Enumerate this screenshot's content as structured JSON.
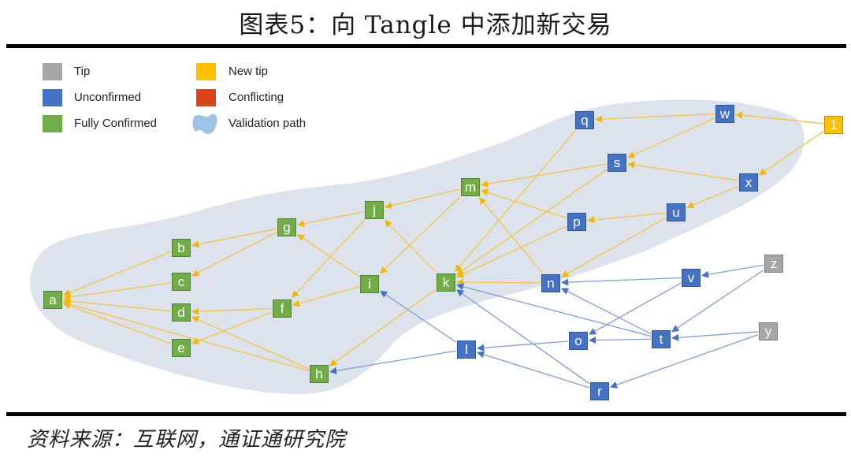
{
  "title": "图表5：向 Tangle 中添加新交易",
  "source": "资料来源：互联网，通证通研究院",
  "colors": {
    "tip": "#a6a6a6",
    "unconfirmed": "#4472c4",
    "fully_confirmed": "#70ad47",
    "new_tip": "#ffc000",
    "conflicting": "#d9441b",
    "validation_path": "#dde3ec",
    "confirm_edge": "#f5c342",
    "unconfirmed_edge": "#7e9fd6"
  },
  "legend": [
    {
      "key": "tip",
      "label": "Tip",
      "icon": "gray-square"
    },
    {
      "key": "unconfirmed",
      "label": "Unconfirmed",
      "icon": "blue-square"
    },
    {
      "key": "fully_confirmed",
      "label": "Fully Confirmed",
      "icon": "green-square"
    },
    {
      "key": "new_tip",
      "label": "New tip",
      "icon": "yellow-square"
    },
    {
      "key": "conflicting",
      "label": "Conflicting",
      "icon": "red-square"
    },
    {
      "key": "validation_path",
      "label": "Validation path",
      "icon": "blob-shape"
    }
  ],
  "nodes": [
    {
      "id": "a",
      "label": "a",
      "status": "fully_confirmed"
    },
    {
      "id": "b",
      "label": "b",
      "status": "fully_confirmed"
    },
    {
      "id": "c",
      "label": "c",
      "status": "fully_confirmed"
    },
    {
      "id": "d",
      "label": "d",
      "status": "fully_confirmed"
    },
    {
      "id": "e",
      "label": "e",
      "status": "fully_confirmed"
    },
    {
      "id": "f",
      "label": "f",
      "status": "fully_confirmed"
    },
    {
      "id": "g",
      "label": "g",
      "status": "fully_confirmed"
    },
    {
      "id": "h",
      "label": "h",
      "status": "fully_confirmed"
    },
    {
      "id": "i",
      "label": "i",
      "status": "fully_confirmed"
    },
    {
      "id": "j",
      "label": "j",
      "status": "fully_confirmed"
    },
    {
      "id": "k",
      "label": "k",
      "status": "fully_confirmed"
    },
    {
      "id": "m",
      "label": "m",
      "status": "fully_confirmed"
    },
    {
      "id": "l",
      "label": "l",
      "status": "unconfirmed"
    },
    {
      "id": "n",
      "label": "n",
      "status": "unconfirmed"
    },
    {
      "id": "o",
      "label": "o",
      "status": "unconfirmed"
    },
    {
      "id": "p",
      "label": "p",
      "status": "unconfirmed"
    },
    {
      "id": "q",
      "label": "q",
      "status": "unconfirmed"
    },
    {
      "id": "r",
      "label": "r",
      "status": "unconfirmed"
    },
    {
      "id": "s",
      "label": "s",
      "status": "unconfirmed"
    },
    {
      "id": "t",
      "label": "t",
      "status": "unconfirmed"
    },
    {
      "id": "u",
      "label": "u",
      "status": "unconfirmed"
    },
    {
      "id": "v",
      "label": "v",
      "status": "unconfirmed"
    },
    {
      "id": "w",
      "label": "w",
      "status": "unconfirmed"
    },
    {
      "id": "x",
      "label": "x",
      "status": "unconfirmed"
    },
    {
      "id": "y",
      "label": "y",
      "status": "tip"
    },
    {
      "id": "z",
      "label": "z",
      "status": "tip"
    },
    {
      "id": "1",
      "label": "1",
      "status": "new_tip"
    }
  ],
  "edges": [
    {
      "from": "b",
      "to": "a",
      "kind": "confirm"
    },
    {
      "from": "c",
      "to": "a",
      "kind": "confirm"
    },
    {
      "from": "d",
      "to": "a",
      "kind": "confirm"
    },
    {
      "from": "e",
      "to": "a",
      "kind": "confirm"
    },
    {
      "from": "h",
      "to": "a",
      "kind": "confirm"
    },
    {
      "from": "g",
      "to": "b",
      "kind": "confirm"
    },
    {
      "from": "g",
      "to": "c",
      "kind": "confirm"
    },
    {
      "from": "f",
      "to": "d",
      "kind": "confirm"
    },
    {
      "from": "f",
      "to": "e",
      "kind": "confirm"
    },
    {
      "from": "h",
      "to": "d",
      "kind": "confirm"
    },
    {
      "from": "j",
      "to": "g",
      "kind": "confirm"
    },
    {
      "from": "i",
      "to": "g",
      "kind": "confirm"
    },
    {
      "from": "j",
      "to": "f",
      "kind": "confirm"
    },
    {
      "from": "i",
      "to": "f",
      "kind": "confirm"
    },
    {
      "from": "k",
      "to": "h",
      "kind": "confirm"
    },
    {
      "from": "m",
      "to": "j",
      "kind": "confirm"
    },
    {
      "from": "k",
      "to": "j",
      "kind": "confirm"
    },
    {
      "from": "m",
      "to": "i",
      "kind": "confirm"
    },
    {
      "from": "n",
      "to": "k",
      "kind": "confirm"
    },
    {
      "from": "p",
      "to": "k",
      "kind": "confirm"
    },
    {
      "from": "q",
      "to": "k",
      "kind": "confirm"
    },
    {
      "from": "s",
      "to": "k",
      "kind": "confirm"
    },
    {
      "from": "s",
      "to": "m",
      "kind": "confirm"
    },
    {
      "from": "p",
      "to": "m",
      "kind": "confirm"
    },
    {
      "from": "n",
      "to": "m",
      "kind": "confirm"
    },
    {
      "from": "w",
      "to": "q",
      "kind": "confirm"
    },
    {
      "from": "w",
      "to": "s",
      "kind": "confirm"
    },
    {
      "from": "x",
      "to": "s",
      "kind": "confirm"
    },
    {
      "from": "u",
      "to": "p",
      "kind": "confirm"
    },
    {
      "from": "x",
      "to": "u",
      "kind": "confirm"
    },
    {
      "from": "u",
      "to": "n",
      "kind": "confirm"
    },
    {
      "from": "1",
      "to": "w",
      "kind": "confirm"
    },
    {
      "from": "1",
      "to": "x",
      "kind": "confirm"
    },
    {
      "from": "l",
      "to": "i",
      "kind": "unconfirmed"
    },
    {
      "from": "l",
      "to": "h",
      "kind": "unconfirmed"
    },
    {
      "from": "r",
      "to": "k",
      "kind": "unconfirmed"
    },
    {
      "from": "r",
      "to": "l",
      "kind": "unconfirmed"
    },
    {
      "from": "o",
      "to": "l",
      "kind": "unconfirmed"
    },
    {
      "from": "t",
      "to": "k",
      "kind": "unconfirmed"
    },
    {
      "from": "t",
      "to": "n",
      "kind": "unconfirmed"
    },
    {
      "from": "t",
      "to": "o",
      "kind": "unconfirmed"
    },
    {
      "from": "v",
      "to": "n",
      "kind": "unconfirmed"
    },
    {
      "from": "v",
      "to": "o",
      "kind": "unconfirmed"
    },
    {
      "from": "z",
      "to": "v",
      "kind": "unconfirmed"
    },
    {
      "from": "z",
      "to": "t",
      "kind": "unconfirmed"
    },
    {
      "from": "y",
      "to": "t",
      "kind": "unconfirmed"
    },
    {
      "from": "y",
      "to": "r",
      "kind": "unconfirmed"
    }
  ]
}
